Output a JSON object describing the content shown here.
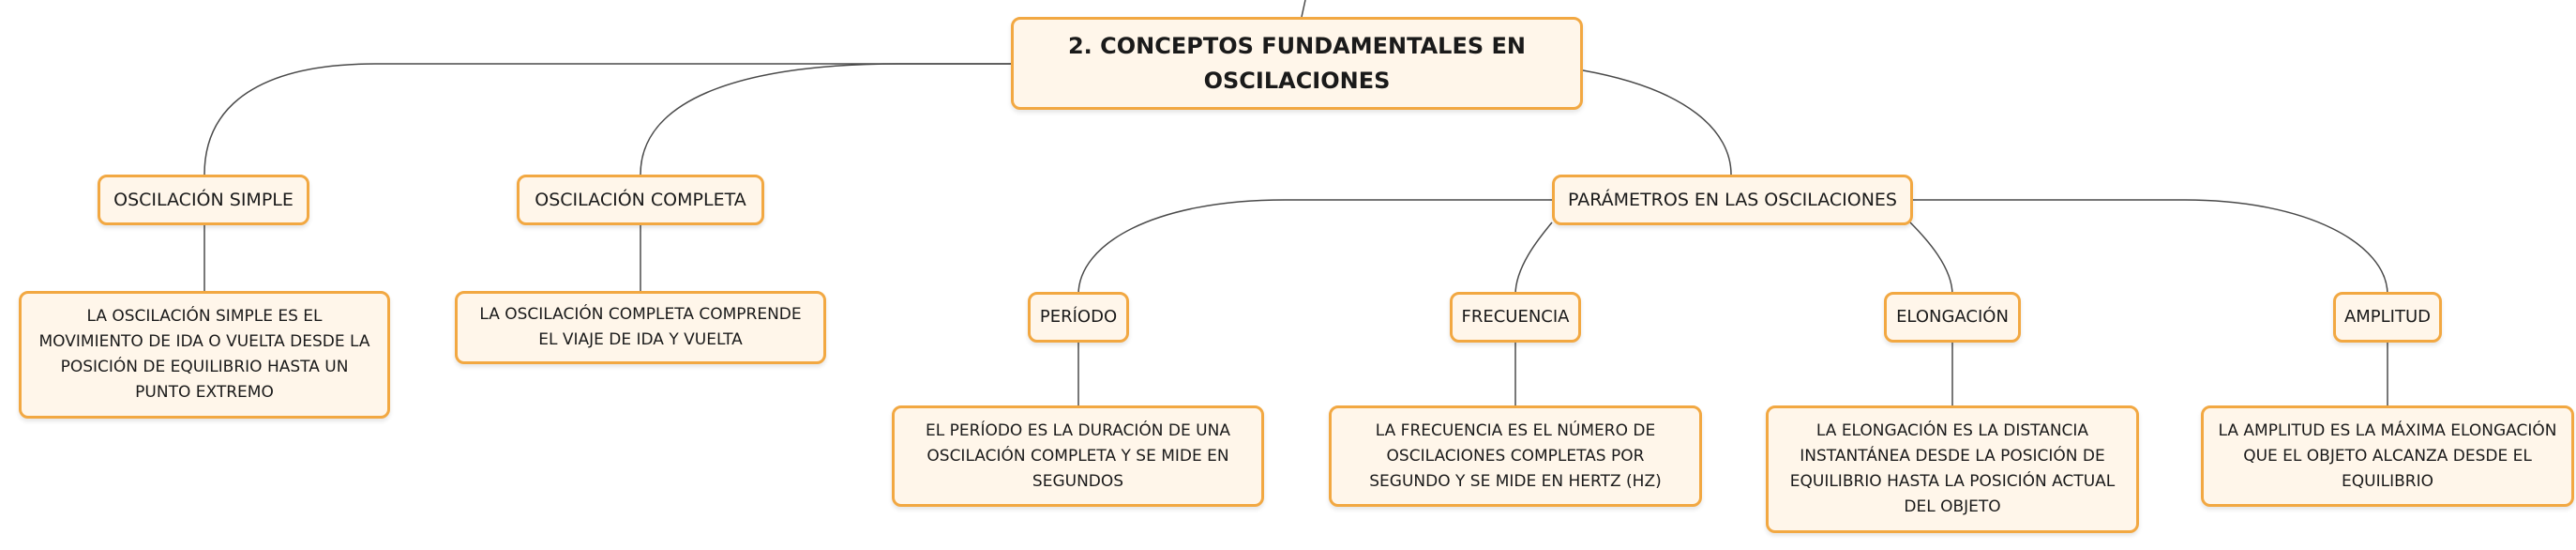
{
  "colors": {
    "node_border": "#f2a842",
    "node_fill": "#fff6ea",
    "connector": "#4a4a4a"
  },
  "root": {
    "label": "2. CONCEPTOS FUNDAMENTALES EN OSCILACIONES"
  },
  "branches": {
    "simple": {
      "label": "OSCILACIÓN SIMPLE",
      "description": "LA OSCILACIÓN SIMPLE ES EL MOVIMIENTO DE IDA O VUELTA DESDE LA POSICIÓN DE EQUILIBRIO HASTA UN PUNTO EXTREMO"
    },
    "complete": {
      "label": "OSCILACIÓN COMPLETA",
      "description": "LA OSCILACIÓN COMPLETA COMPRENDE EL VIAJE DE IDA Y VUELTA"
    },
    "parameters": {
      "label": "PARÁMETROS EN LAS OSCILACIONES",
      "items": {
        "period": {
          "label": "PERÍODO",
          "description": "EL PERÍODO ES LA DURACIÓN DE UNA OSCILACIÓN COMPLETA Y SE MIDE EN SEGUNDOS"
        },
        "frequency": {
          "label": "FRECUENCIA",
          "description": "LA FRECUENCIA ES EL NÚMERO DE OSCILACIONES COMPLETAS POR SEGUNDO Y SE MIDE EN HERTZ (HZ)"
        },
        "elongation": {
          "label": "ELONGACIÓN",
          "description": "LA ELONGACIÓN ES LA DISTANCIA INSTANTÁNEA DESDE LA POSICIÓN DE EQUILIBRIO HASTA LA POSICIÓN ACTUAL DEL OBJETO"
        },
        "amplitude": {
          "label": "AMPLITUD",
          "description": "LA AMPLITUD ES LA MÁXIMA ELONGACIÓN QUE EL OBJETO ALCANZA DESDE EL EQUILIBRIO"
        }
      }
    }
  }
}
